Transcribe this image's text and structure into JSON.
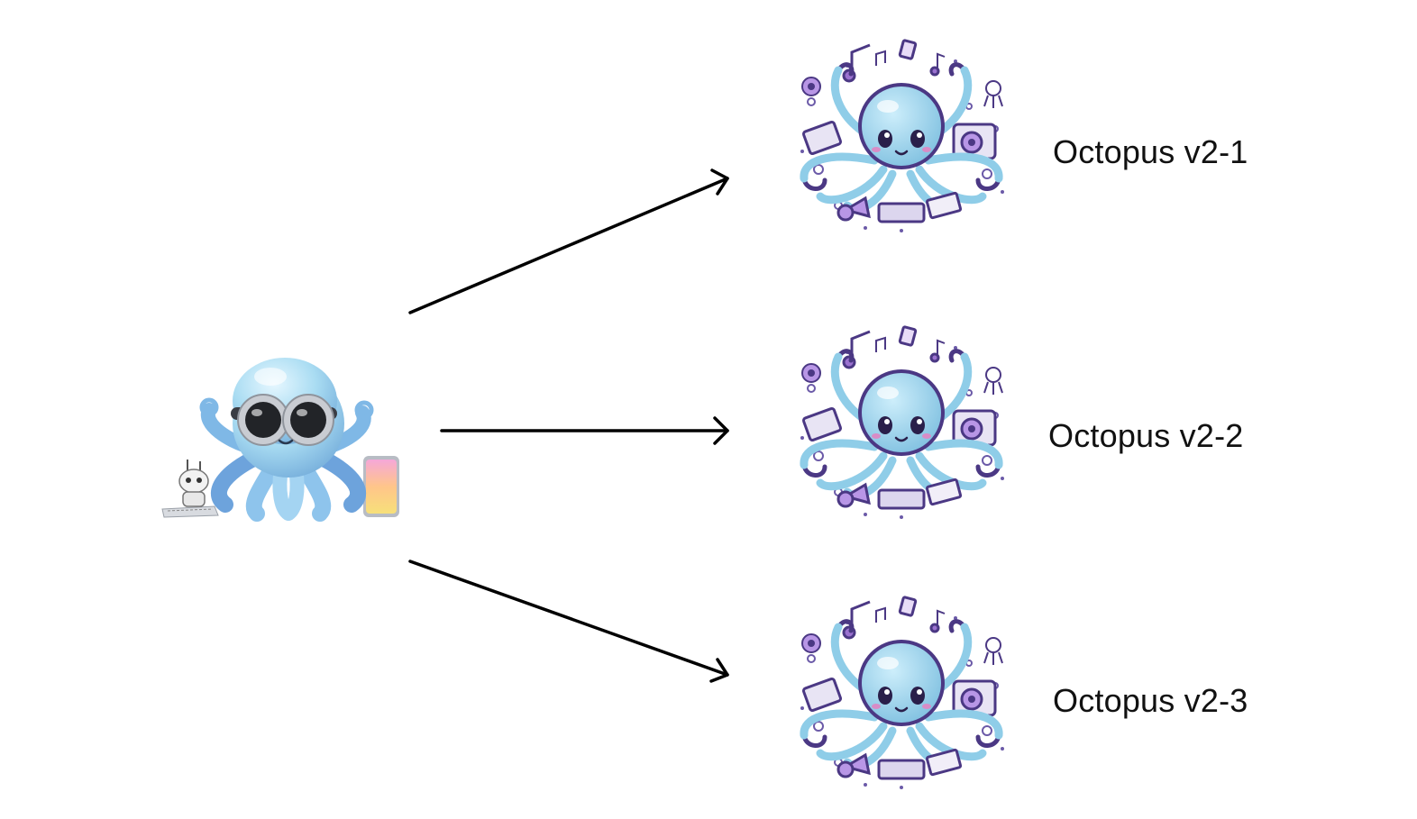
{
  "source": {
    "name": "octopus-with-goggles-icon",
    "props": [
      "robot",
      "keyboard",
      "smartphone"
    ]
  },
  "targets": [
    {
      "label": "Octopus v2-1",
      "icon": "cartoon-octopus-icon"
    },
    {
      "label": "Octopus v2-2",
      "icon": "cartoon-octopus-icon"
    },
    {
      "label": "Octopus v2-3",
      "icon": "cartoon-octopus-icon"
    }
  ],
  "colors": {
    "octopus_body": "#9fd6ee",
    "octopus_dark": "#5b8fbf",
    "purple_outline": "#5a3e8c",
    "purple_accent": "#9b72d0",
    "arrow": "#000000",
    "goggles": "#c9ccd2",
    "lens": "#222428"
  }
}
